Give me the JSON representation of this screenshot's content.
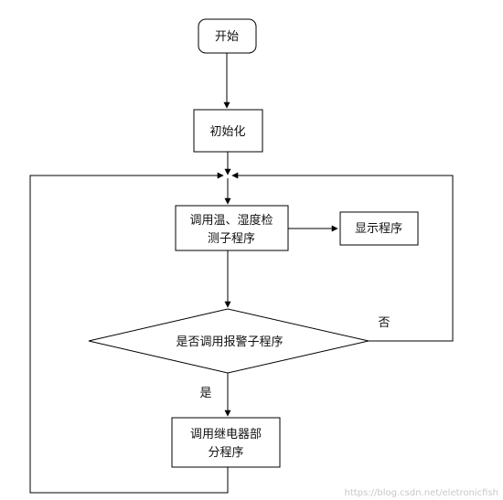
{
  "nodes": {
    "start": "开始",
    "init": "初始化",
    "detect_line1": "调用温、湿度检",
    "detect_line2": "测子程序",
    "display": "显示程序",
    "decision": "是否调用报警子程序",
    "relay_line1": "调用继电器部",
    "relay_line2": "分程序"
  },
  "edge_labels": {
    "yes": "是",
    "no": "否"
  },
  "watermark": "https://blog.csdn.net/eletronicfish",
  "colors": {
    "line": "#000000",
    "watermark": "#c8c8c8"
  }
}
